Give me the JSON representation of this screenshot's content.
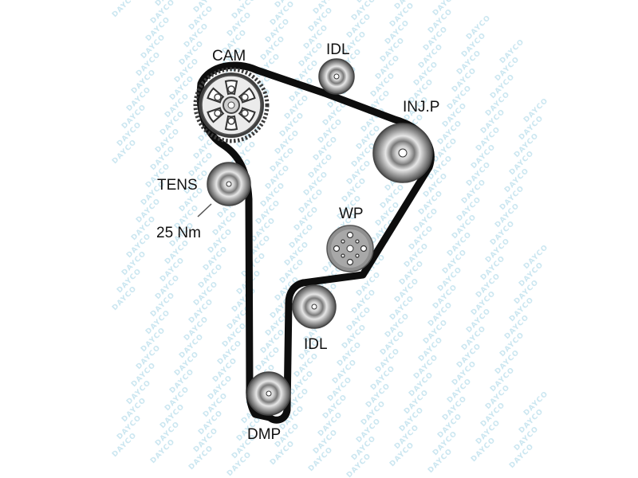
{
  "labels": {
    "cam": "CAM",
    "idl_top": "IDL",
    "inj_p": "INJ.P",
    "tens": "TENS",
    "torque": "25 Nm",
    "wp": "WP",
    "idl_bottom": "IDL",
    "dmp": "DMP"
  },
  "watermark": {
    "text": "DAYCO",
    "color": "#c6e4ef"
  },
  "colors": {
    "belt": "#0d0d0d",
    "pulley_dark": "#5e5e5e",
    "pulley_mid": "#a4a4a4",
    "pulley_light": "#e0e0e0"
  }
}
